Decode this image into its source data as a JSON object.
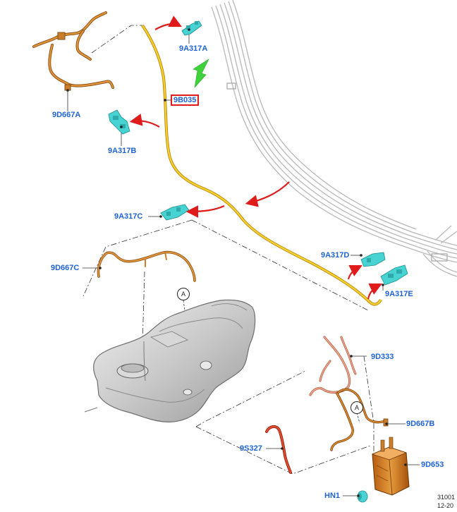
{
  "diagram": {
    "ref_number": "31001",
    "ref_date": "12-20",
    "callouts": [
      {
        "key": "9D667A",
        "text": "9D667A"
      },
      {
        "key": "9A317A",
        "text": "9A317A"
      },
      {
        "key": "9B035",
        "text": "9B035"
      },
      {
        "key": "9A317B",
        "text": "9A317B"
      },
      {
        "key": "9A317C",
        "text": "9A317C"
      },
      {
        "key": "9D667C",
        "text": "9D667C"
      },
      {
        "key": "9A317D",
        "text": "9A317D"
      },
      {
        "key": "9A317E",
        "text": "9A317E"
      },
      {
        "key": "9D333",
        "text": "9D333"
      },
      {
        "key": "9D667B",
        "text": "9D667B"
      },
      {
        "key": "9S327",
        "text": "9S327"
      },
      {
        "key": "9D653",
        "text": "9D653"
      },
      {
        "key": "HN1",
        "text": "HN1"
      }
    ],
    "detail_markers": [
      {
        "text": "A"
      },
      {
        "text": "A"
      }
    ],
    "highlighted_part": "9B035",
    "colors": {
      "label_blue": "#1f63d6",
      "highlight_red": "#e01b1b",
      "arrow_green": "#3ed33a",
      "line_yellow": "#f2b705",
      "hose_orange": "#d8892f",
      "clip_teal": "#35c6c6",
      "tank_grey": "#c8c8c8"
    }
  }
}
